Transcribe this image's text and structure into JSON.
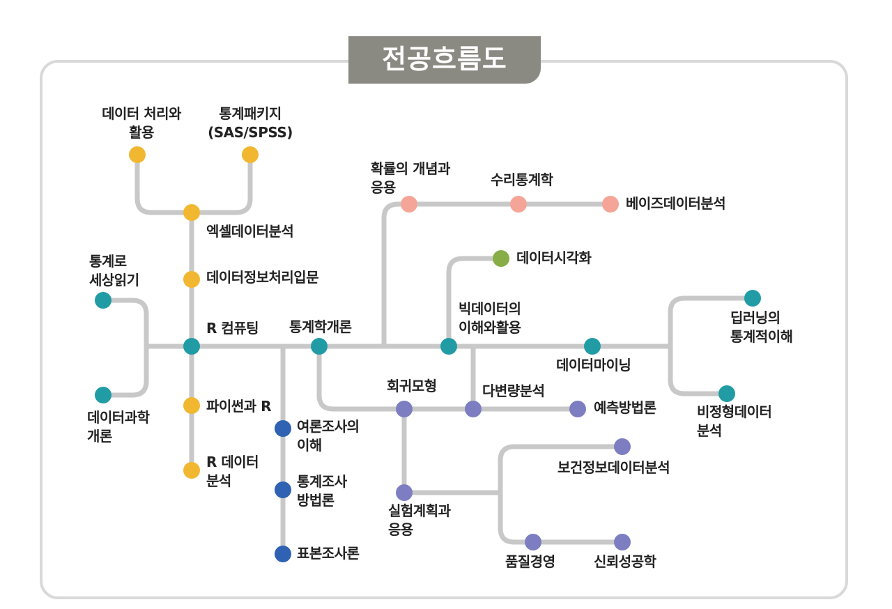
{
  "title": "전공흐름도",
  "colors": {
    "yellow": "#f2b731",
    "teal": "#219ca5",
    "blue": "#2f62b2",
    "pink": "#f4a597",
    "green": "#86ad46",
    "purple": "#7d7ec1",
    "line": "#c8c8c8",
    "frame": "#d9d9d9",
    "title_bg": "#8a8a82"
  },
  "courses": {
    "data_processing": [
      "데이터 처리와",
      "활용"
    ],
    "stat_package": [
      "통계패키지",
      "(SAS/SPSS)"
    ],
    "excel_analysis": [
      "엑셀데이터분석"
    ],
    "data_info_intro": [
      "데이터정보처리입문"
    ],
    "r_computing": [
      "R 컴퓨팅"
    ],
    "python_r": [
      "파이썬과 R"
    ],
    "r_data_analysis": [
      "R 데이터",
      "분석"
    ],
    "stats_world": [
      "통계로",
      "세상읽기"
    ],
    "data_science_intro": [
      "데이터과학",
      "개론"
    ],
    "public_opinion": [
      "여론조사의",
      "이해"
    ],
    "survey_methods": [
      "통계조사",
      "방법론"
    ],
    "sampling_theory": [
      "표본조사론"
    ],
    "intro_statistics": [
      "통계학개론"
    ],
    "probability": [
      "확률의 개념과",
      "응용"
    ],
    "math_stats": [
      "수리통계학"
    ],
    "bayesian": [
      "베이즈데이터분석"
    ],
    "visualization": [
      "데이터시각화"
    ],
    "big_data": [
      "빅데이터의",
      "이해와활용"
    ],
    "data_mining": [
      "데이터마이닝"
    ],
    "deep_learning": [
      "딥러닝의",
      "통계적이해"
    ],
    "unstructured": [
      "비정형데이터",
      "분석"
    ],
    "regression": [
      "회귀모형"
    ],
    "multivariate": [
      "다변량분석"
    ],
    "forecasting": [
      "예측방법론"
    ],
    "health_info": [
      "보건정보데이터분석"
    ],
    "experiment_design": [
      "실험계획과",
      "응용"
    ],
    "quality_mgmt": [
      "품질경영"
    ],
    "reliability": [
      "신뢰성공학"
    ]
  }
}
